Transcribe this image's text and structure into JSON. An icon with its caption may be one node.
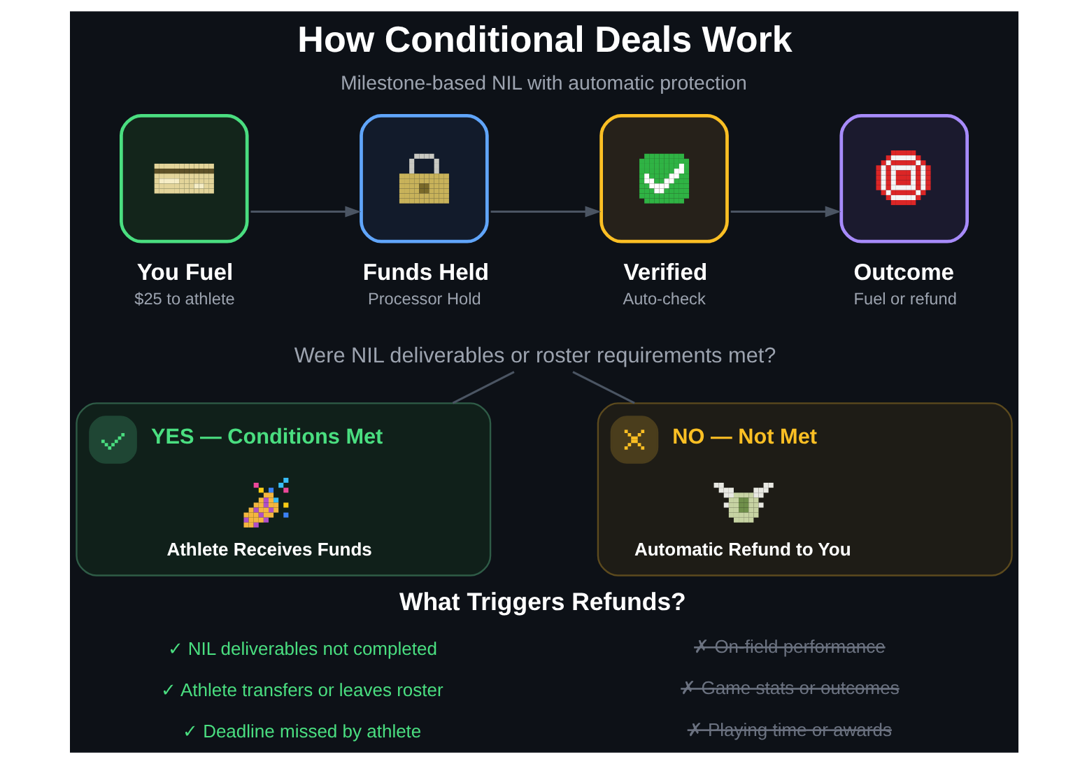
{
  "diagram": {
    "title": "How Conditional Deals Work",
    "nodes": [
      {
        "text": [
          "You Fuel",
          "$25 to athlete"
        ]
      },
      {
        "text": [
          "Funds Held",
          "Processor Hold"
        ]
      },
      {
        "text": [
          "Verified",
          "Auto-check"
        ]
      },
      {
        "text": [
          "Outcome",
          "Fuel or refund"
        ]
      },
      {
        "text": [
          "Were NIL deliverables or roster requirements met?"
        ]
      },
      {
        "text": [
          "YES — Conditions Met",
          "Athlete Receives Funds"
        ]
      },
      {
        "text": [
          "NO — Not Met",
          "Automatic Refund to You"
        ]
      }
    ],
    "edges": [
      {
        "from": 0,
        "to": 1,
        "arrow": "to"
      },
      {
        "from": 1,
        "to": 2,
        "arrow": "to"
      },
      {
        "from": 2,
        "to": 3,
        "arrow": "to"
      },
      {
        "from": 4,
        "to": 5,
        "arrow": "none"
      },
      {
        "from": 4,
        "to": 6,
        "arrow": "none"
      }
    ],
    "labels": [
      "Milestone-based NIL with automatic protection",
      "What Triggers Refunds?",
      "✓ NIL deliverables not completed",
      "✗ On-field performance",
      "✓ Athlete transfers or leaves roster",
      "✗ Game stats or outcomes",
      "✓ Deadline missed by athlete",
      "✗ Playing time or awards"
    ]
  }
}
